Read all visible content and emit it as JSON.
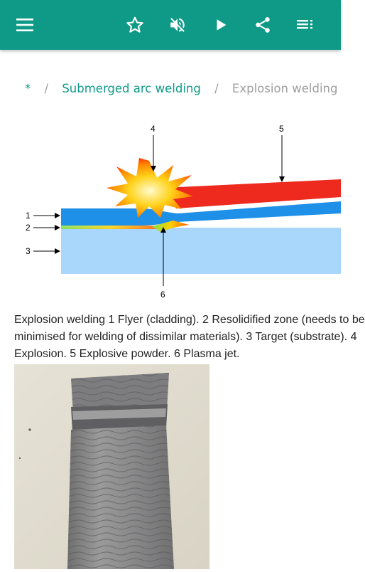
{
  "app": {
    "accent_color": "#0f9a87",
    "toolbar_icons": [
      "menu-icon",
      "star-outline-icon",
      "volume-off-icon",
      "play-icon",
      "share-icon",
      "playlist-icon"
    ]
  },
  "breadcrumb": {
    "home": "*",
    "separator": "/",
    "parent": "Submerged arc welding",
    "current": "Explosion welding"
  },
  "diagram": {
    "labels": [
      "1",
      "2",
      "3",
      "4",
      "5",
      "6"
    ],
    "colors": {
      "flyer": "#1e90e8",
      "target": "#a9d6fb",
      "powder": "#ee2a1e"
    }
  },
  "caption": {
    "line1": "Explosion welding 1 Flyer (cladding). 2 Resolidified zone (needs to be",
    "line2": "minimised for welding of dissimilar materials). 3 Target (substrate). 4",
    "line3": "Explosion. 5 Explosive powder. 6 Plasma jet."
  }
}
